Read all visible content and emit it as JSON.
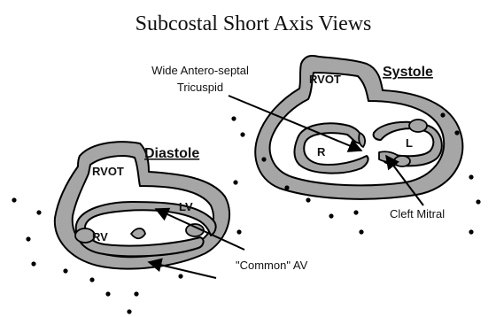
{
  "title": "Subcostal Short Axis Views",
  "systole": {
    "heading": "Systole",
    "rvot": "RVOT",
    "r_label": "R",
    "l_label": "L"
  },
  "diastole": {
    "heading": "Diastole",
    "rvot": "RVOT",
    "rv_label": "RV",
    "lv_label": "LV"
  },
  "annotations": {
    "wide_line1": "Wide Antero-septal",
    "wide_line2": "Tricuspid",
    "cleft_mitral": "Cleft Mitral",
    "common_av": "\"Common\" AV"
  }
}
